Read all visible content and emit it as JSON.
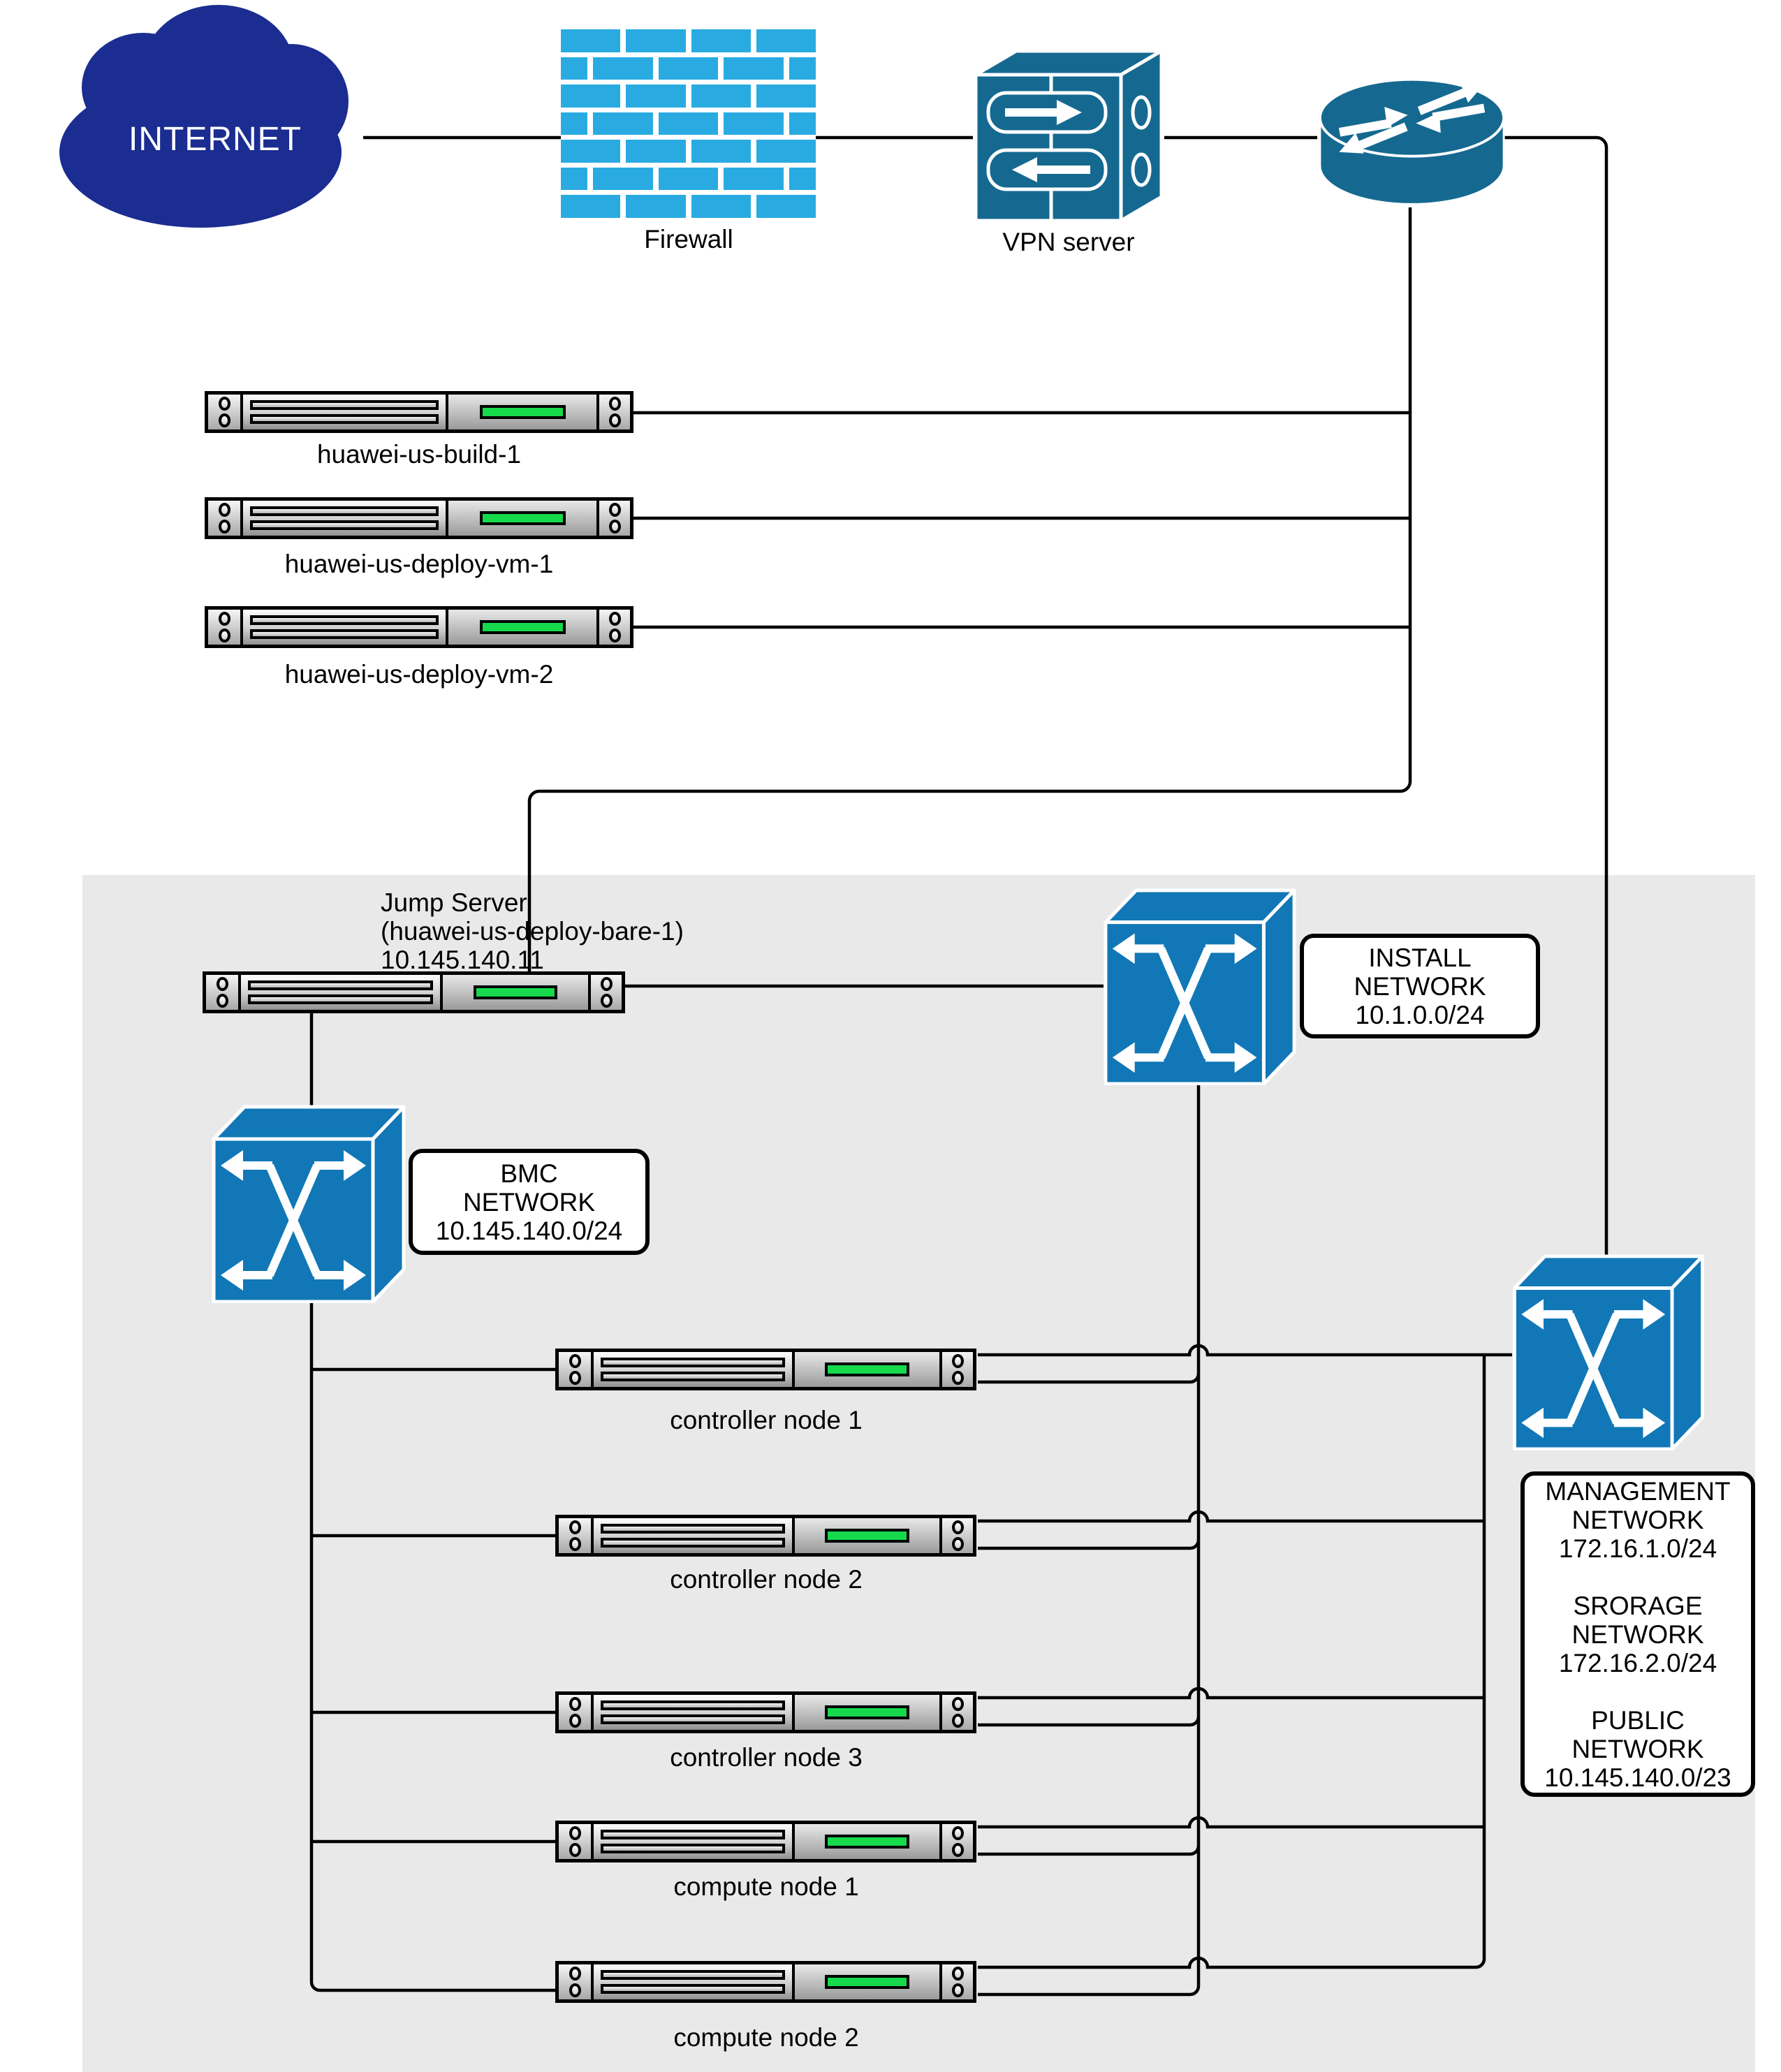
{
  "internet": {
    "label": "INTERNET"
  },
  "firewall": {
    "label": "Firewall"
  },
  "vpn_server": {
    "label": "VPN server"
  },
  "external_servers": [
    {
      "label": "huawei-us-build-1"
    },
    {
      "label": "huawei-us-deploy-vm-1"
    },
    {
      "label": "huawei-us-deploy-vm-2"
    }
  ],
  "jump_server": {
    "title": "Jump Server",
    "hostname": "(huawei-us-deploy-bare-1)",
    "ip": "10.145.140.11"
  },
  "network_labels": {
    "bmc": [
      "BMC",
      "NETWORK",
      "10.145.140.0/24"
    ],
    "install": [
      "INSTALL",
      "NETWORK",
      "10.1.0.0/24"
    ],
    "right_groups": [
      [
        "MANAGEMENT",
        "NETWORK",
        "172.16.1.0/24"
      ],
      [
        "SRORAGE",
        "NETWORK",
        "172.16.2.0/24"
      ],
      [
        "PUBLIC",
        "NETWORK",
        "10.145.140.0/23"
      ]
    ]
  },
  "cluster_nodes": [
    {
      "label": "controller node 1"
    },
    {
      "label": "controller node 2"
    },
    {
      "label": "controller node 3"
    },
    {
      "label": "compute node 1"
    },
    {
      "label": "compute node 2"
    }
  ],
  "colors": {
    "cloud_navy": "#1b2d91",
    "firewall_brick_blue": "#29abe2",
    "device_teal": "#156990",
    "switch_blue": "#1177b7",
    "server_led_green": "#16d94c",
    "region_gray": "#e9e9e9",
    "line_black": "#000000"
  }
}
